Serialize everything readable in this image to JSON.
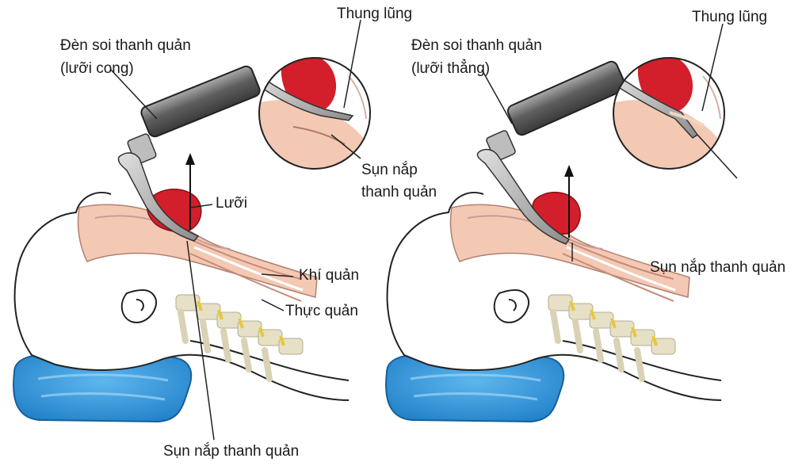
{
  "left_panel": {
    "laryngoscope_label": "Đèn soi thanh quản",
    "blade_label": "(lưỡi cong)",
    "vallecula_label": "Thung lũng",
    "epiglottis_inset_line1": "Sụn nắp",
    "epiglottis_inset_line2": "thanh quản",
    "tongue_label": "Lưỡi",
    "trachea_label": "Khí quản",
    "esophagus_label": "Thực quản",
    "epiglottis_bottom_label": "Sụn nắp thanh quản"
  },
  "right_panel": {
    "laryngoscope_label": "Đèn soi thanh quản",
    "blade_label": "(lưỡi thẳng)",
    "vallecula_label": "Thung lũng",
    "epiglottis_label": "Sụn nắp thanh quản"
  },
  "colors": {
    "skin": "#f3c9b4",
    "tongue_red": "#d21f2b",
    "pillow_blue": "#2a8fd6",
    "vertebra": "#e6e0c6",
    "disc_yellow": "#e8c83a",
    "scope_gray": "#6f6f6f"
  }
}
